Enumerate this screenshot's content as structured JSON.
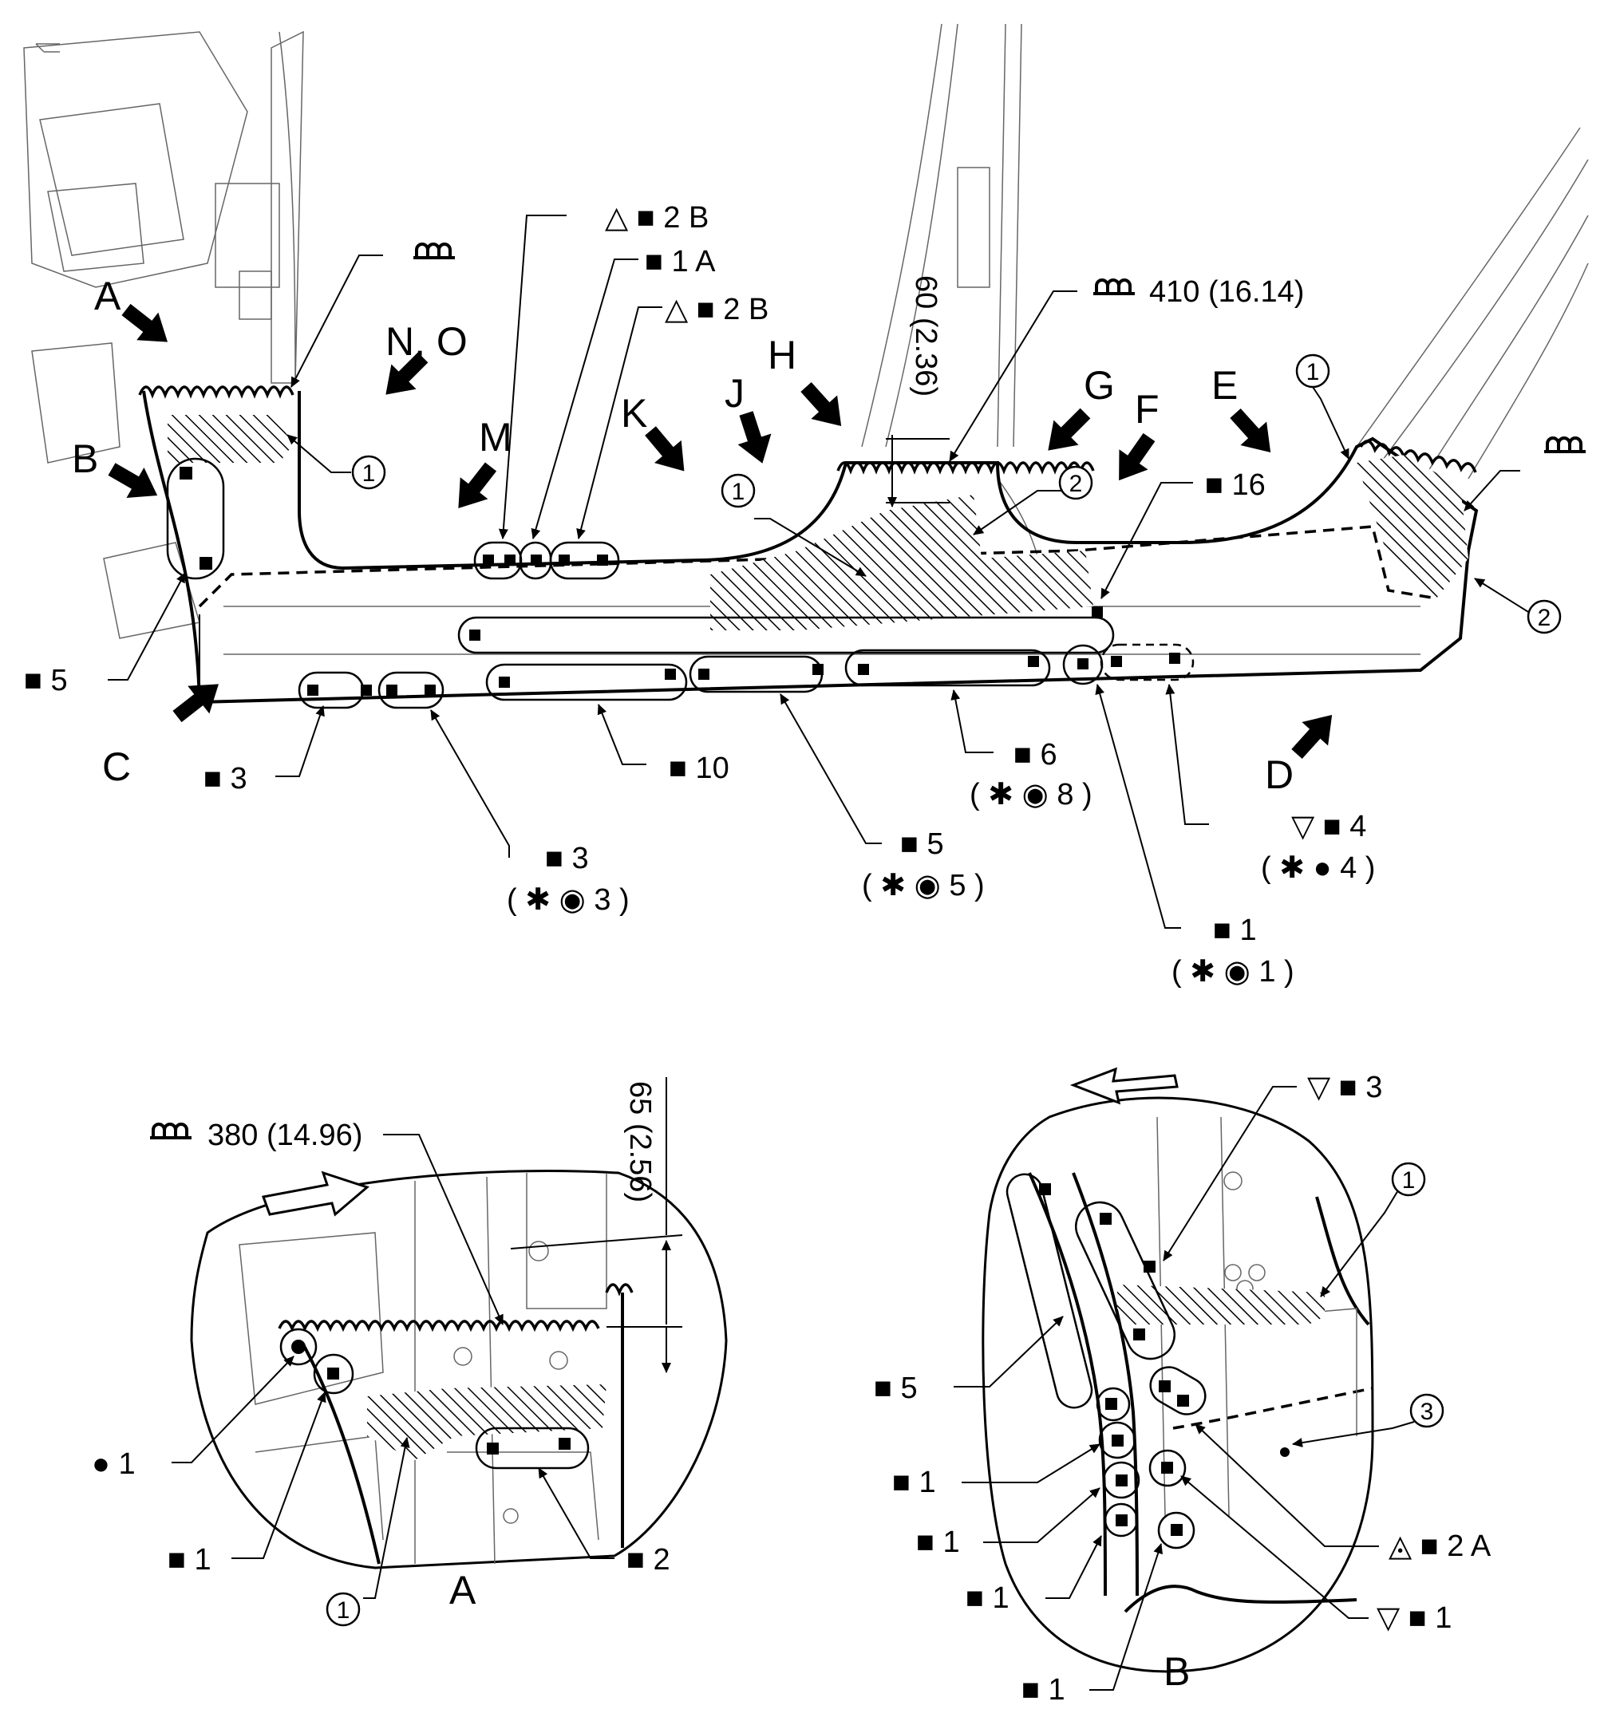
{
  "view_letters": {
    "a": "A",
    "b": "B",
    "c": "C",
    "d": "D",
    "e": "E",
    "f": "F",
    "g": "G",
    "h": "H",
    "j": "J",
    "k": "K",
    "m": "M",
    "no": "N, O"
  },
  "top_view": {
    "weld_2b_upper": "△ ■ 2 B",
    "weld_1a": "■ 1 A",
    "weld_2b_lower": "△ ■ 2 B",
    "seal_410": "410 (16.14)",
    "dim_60": "60 (2.36)",
    "weld_16": "■ 16",
    "weld_5_left": "■ 5",
    "weld_3_left": "■ 3",
    "weld_10": "■ 10",
    "weld_6": "■ 6",
    "weld_6_sub": "( ✱ ◉ 8 )",
    "weld_3_mid": "■ 3",
    "weld_3_sub": "( ✱ ◉ 3 )",
    "weld_5_mid": "■ 5",
    "weld_5_sub": "( ✱ ◉ 5 )",
    "weld_4": "▽ ■ 4",
    "weld_4_sub": "( ✱ ● 4 )",
    "weld_1": "■ 1",
    "weld_1_sub": "( ✱ ◉ 1 )",
    "circle_1": "1",
    "circle_2": "2"
  },
  "detail_a": {
    "title": "A",
    "seal_380": "380 (14.96)",
    "dim_65": "65 (2.56)",
    "dot_1": "● 1",
    "weld_1": "■ 1",
    "weld_2": "■ 2",
    "circle_1": "1"
  },
  "detail_b": {
    "title": "B",
    "weld_3": "▽ ■ 3",
    "weld_5": "■ 5",
    "weld_1a": "■ 1",
    "weld_1b": "■ 1",
    "weld_1c": "■ 1",
    "weld_1d": "■ 1",
    "weld_2a": "◬ ■ 2 A",
    "weld_1v": "▽ ■ 1",
    "circle_1": "1",
    "circle_3": "3"
  },
  "icons": [
    "sealer-symbol-icon",
    "view-arrow-icon",
    "front-arrow-icon",
    "spot-weld-icon"
  ]
}
